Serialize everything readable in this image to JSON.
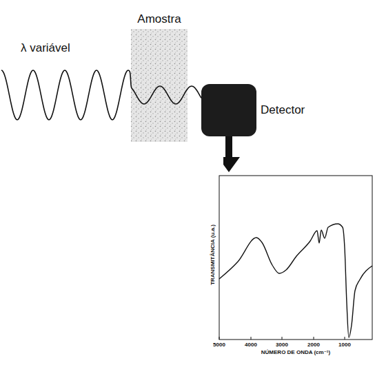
{
  "diagram": {
    "nodes": [
      {
        "text": [
          "Amostra"
        ]
      },
      {
        "text": [
          "Detector"
        ]
      },
      {
        "text": [
          "TRANSMITÂNCIA (u.a.)",
          "NÚMERO DE ONDA (cm⁻¹)"
        ]
      }
    ],
    "edges": [
      {
        "from": 1,
        "to": 2,
        "arrow": "to"
      }
    ],
    "labels": [
      "λ variável",
      "5000",
      "4000",
      "3000",
      "2000",
      "1000"
    ]
  }
}
